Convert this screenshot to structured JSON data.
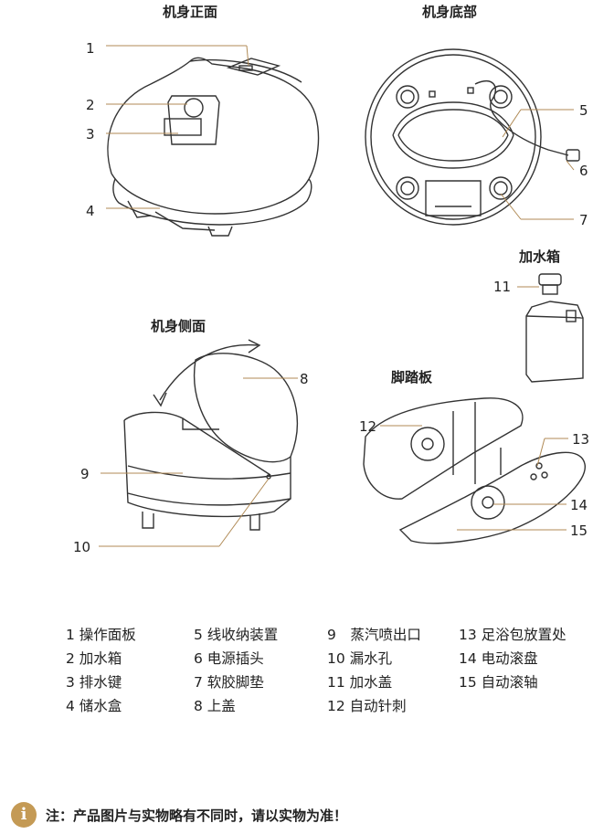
{
  "titles": {
    "front": "机身正面",
    "bottom": "机身底部",
    "side": "机身侧面",
    "tank": "加水箱",
    "pedal": "脚踏板"
  },
  "callouts": [
    "1",
    "2",
    "3",
    "4",
    "5",
    "6",
    "7",
    "8",
    "9",
    "10",
    "11",
    "12",
    "13",
    "14",
    "15"
  ],
  "legend": {
    "col1": [
      "1 操作面板",
      "2 加水箱",
      "3 排水键",
      "4 储水盒"
    ],
    "col2": [
      "5 线收纳装置",
      "6 电源插头",
      "7 软胶脚垫",
      "8 上盖"
    ],
    "col3": [
      "9　蒸汽喷出口",
      "10 漏水孔",
      "11 加水盖",
      "12 自动针刺"
    ],
    "col4": [
      "13 足浴包放置处",
      "14 电动滚盘",
      "15 自动滚轴"
    ]
  },
  "note": {
    "icon": "i",
    "text": "注：产品图片与实物略有不同时，请以实物为准！"
  },
  "colors": {
    "accent": "#c49a55",
    "line": "#333333",
    "leader": "#b08a55"
  }
}
